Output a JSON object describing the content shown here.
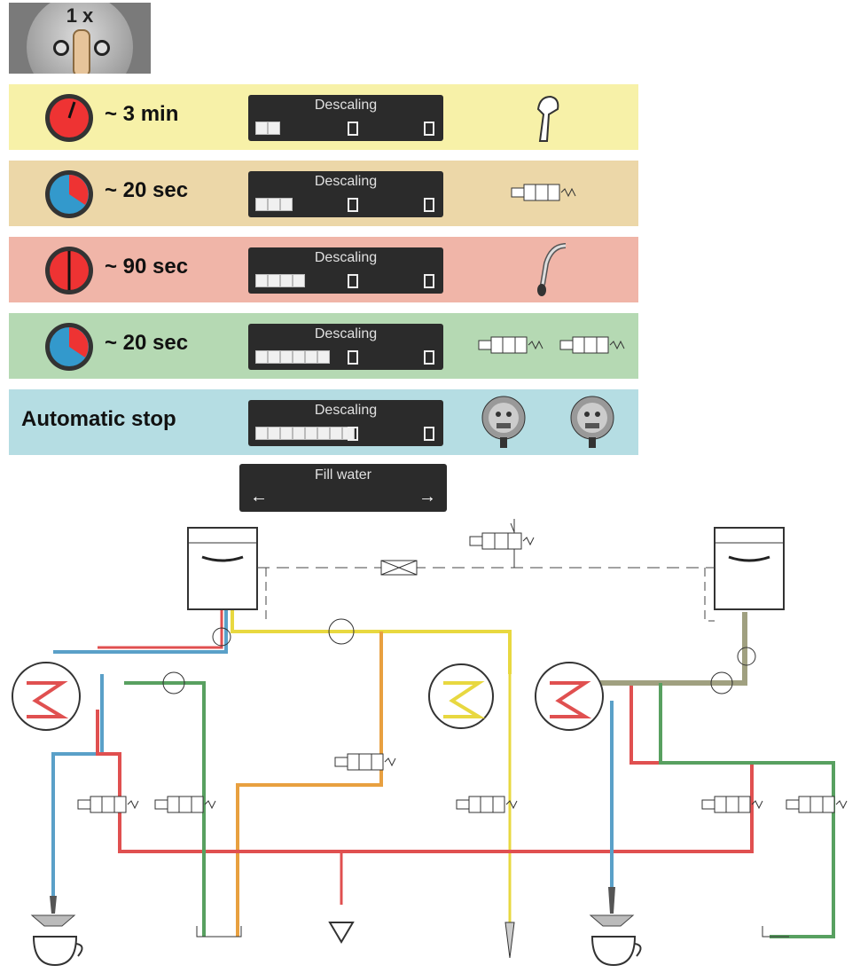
{
  "knob": {
    "label": "1 x"
  },
  "steps": [
    {
      "time": "~ 3 min",
      "display": "Descaling",
      "progress": 2,
      "bg": "#f7f1a8",
      "clock": "red",
      "icon": "shower-icon"
    },
    {
      "time": "~ 20 sec",
      "display": "Descaling",
      "progress": 3,
      "bg": "#ecd7a8",
      "clock": "blue",
      "icon": "valve-icon"
    },
    {
      "time": "~ 90 sec",
      "display": "Descaling",
      "progress": 4,
      "bg": "#f0b5a8",
      "clock": "red",
      "icon": "steam-wand-icon"
    },
    {
      "time": "~ 20 sec",
      "display": "Descaling",
      "progress": 6,
      "bg": "#b5d9b3",
      "clock": "blue",
      "icon": "valve-pair-icon"
    },
    {
      "time": "Automatic stop",
      "display": "Descaling",
      "progress": 8,
      "bg": "#b5dde3",
      "clock": "none",
      "icon": "group-head-pair-icon"
    }
  ],
  "fill_display": {
    "text": "Fill water",
    "left_arrow": "←",
    "right_arrow": "→"
  },
  "colors": {
    "hot_water_line": "#e8d840",
    "steam_line": "#e05050",
    "coffee_line": "#5aa0c8",
    "drain_line": "#58a060"
  }
}
